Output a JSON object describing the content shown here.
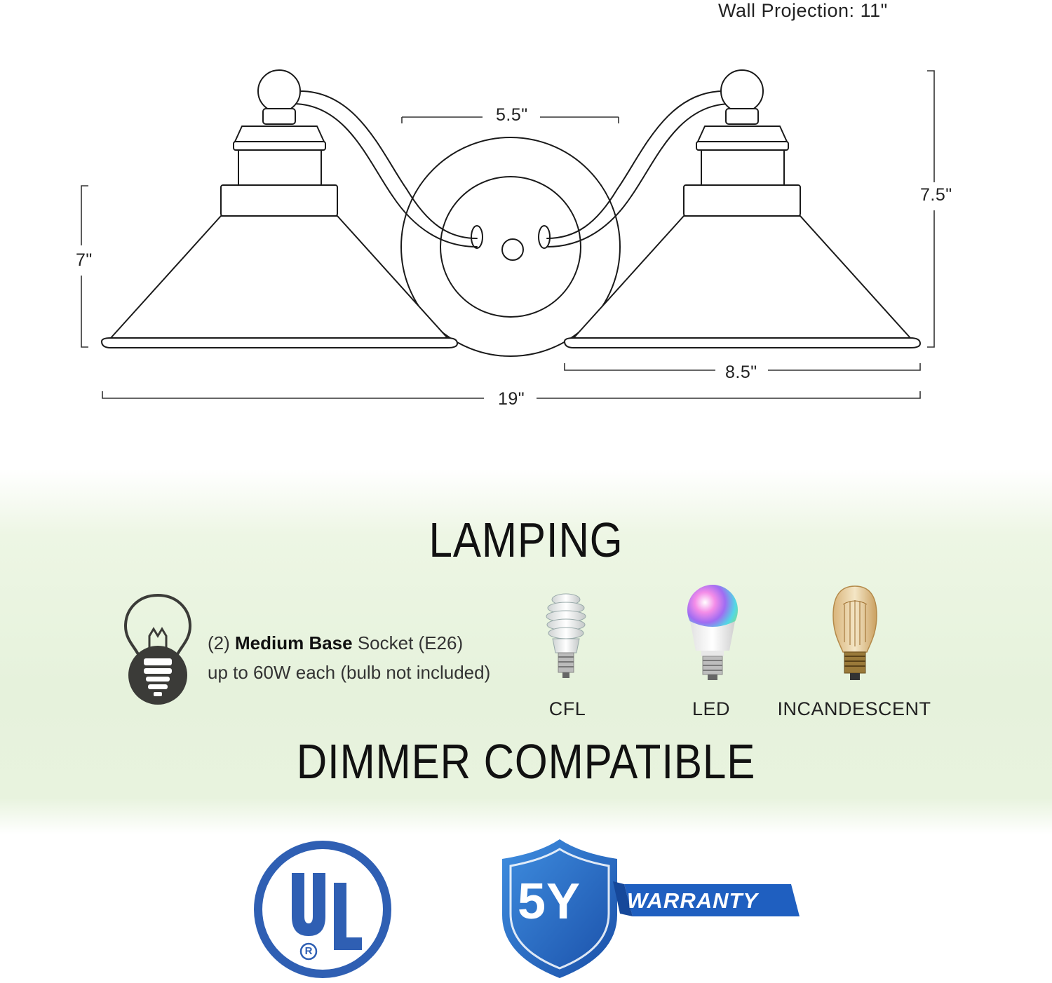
{
  "dimensions": {
    "wall_projection": "Wall Projection: 11\"",
    "arm_spacing": "5.5\"",
    "total_height": "7.5\"",
    "shade_height": "7\"",
    "shade_width": "8.5\"",
    "total_width": "19\""
  },
  "lamping": {
    "heading": "LAMPING",
    "socket_prefix": "(2) ",
    "socket_bold": "Medium Base",
    "socket_suffix": " Socket (E26)",
    "socket_line2": "up to 60W each (bulb not included)",
    "bulbs": [
      {
        "label": "CFL",
        "icon": "cfl-bulb-icon"
      },
      {
        "label": "LED",
        "icon": "led-bulb-icon"
      },
      {
        "label": "INCANDESCENT",
        "icon": "incandescent-bulb-icon"
      }
    ],
    "dimmer": "DIMMER COMPATIBLE"
  },
  "badges": {
    "ul_logo": "UL",
    "ul_registered": "R",
    "warranty_years": "5Y",
    "warranty_label": "WARRANTY",
    "ul_color": "#2f5fb3",
    "warranty_color": "#1f5fc0",
    "warranty_light": "#3f8ee0"
  },
  "colors": {
    "line": "#1a1a1a",
    "band_green": "#e6f2dc",
    "bulb_icon_dark": "#3b3b38"
  }
}
